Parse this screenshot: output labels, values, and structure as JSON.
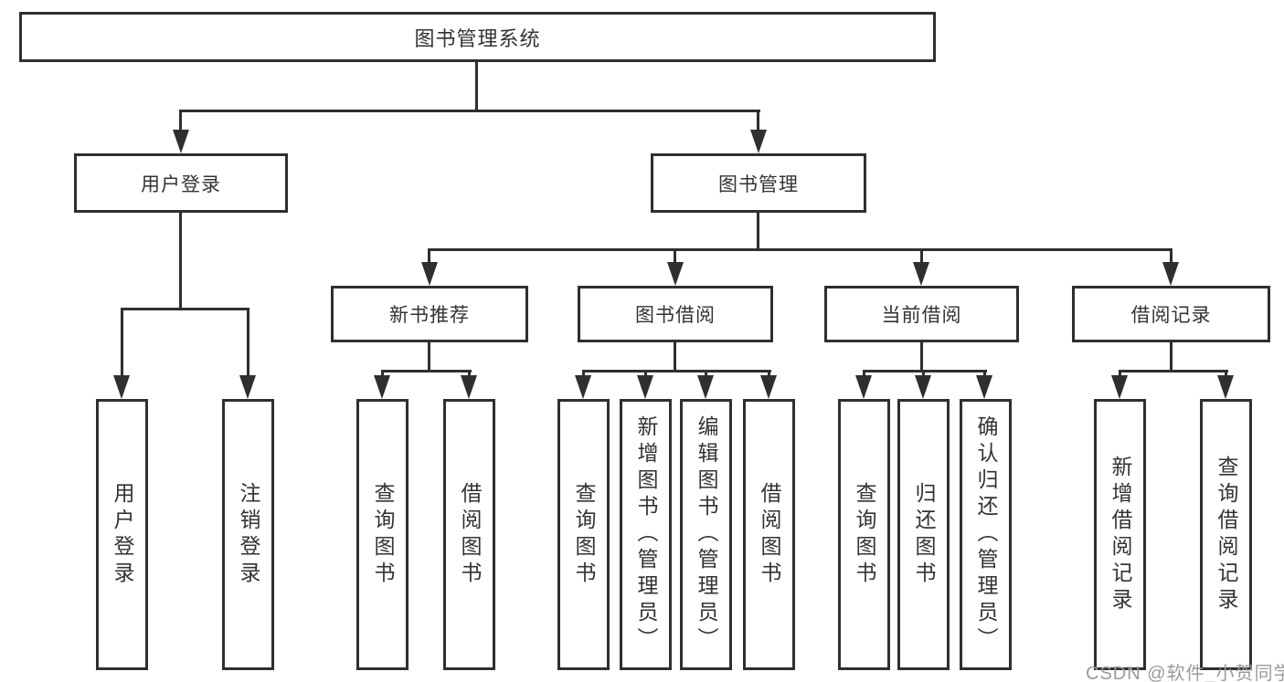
{
  "colors": {
    "line": "#2f2f2f",
    "text": "#333333",
    "background": "#ffffff",
    "watermark": "#9b9b9b"
  },
  "diagram": {
    "title": "图书管理系统",
    "level2": [
      {
        "label": "用户登录"
      },
      {
        "label": "图书管理"
      }
    ],
    "level3": [
      {
        "label": "新书推荐",
        "parent": "图书管理"
      },
      {
        "label": "图书借阅",
        "parent": "图书管理"
      },
      {
        "label": "当前借阅",
        "parent": "图书管理"
      },
      {
        "label": "借阅记录",
        "parent": "图书管理"
      }
    ],
    "leaves": [
      {
        "label": "用户登录",
        "parent": "用户登录"
      },
      {
        "label": "注销登录",
        "parent": "用户登录"
      },
      {
        "label": "查询图书",
        "parent": "新书推荐"
      },
      {
        "label": "借阅图书",
        "parent": "新书推荐"
      },
      {
        "label": "查询图书",
        "parent": "图书借阅"
      },
      {
        "label": "新增图书（管理员）",
        "parent": "图书借阅"
      },
      {
        "label": "编辑图书（管理员）",
        "parent": "图书借阅"
      },
      {
        "label": "借阅图书",
        "parent": "图书借阅"
      },
      {
        "label": "查询图书",
        "parent": "当前借阅"
      },
      {
        "label": "归还图书",
        "parent": "当前借阅"
      },
      {
        "label": "确认归还（管理员）",
        "parent": "当前借阅"
      },
      {
        "label": "新增借阅记录",
        "parent": "借阅记录"
      },
      {
        "label": "查询借阅记录",
        "parent": "借阅记录"
      }
    ]
  },
  "watermark": "CSDN @软件_小贺同学"
}
